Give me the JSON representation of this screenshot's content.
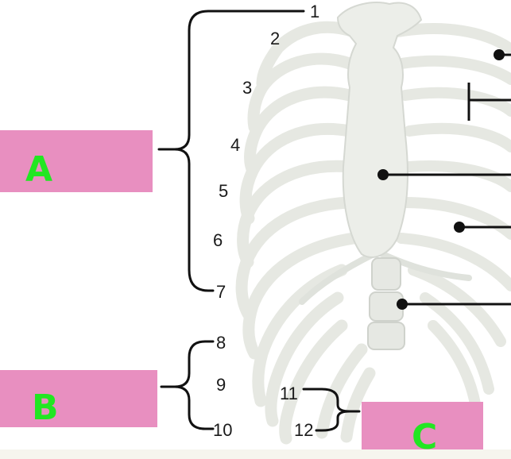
{
  "rib_numbers": [
    "1",
    "2",
    "3",
    "4",
    "5",
    "6",
    "7",
    "8",
    "9",
    "10",
    "11",
    "12"
  ],
  "labels": {
    "a": "A",
    "b": "B",
    "c": "C"
  },
  "colors": {
    "label_box": "#e88fc0",
    "label_text": "#22e622",
    "bone": "#e9ebe6",
    "line": "#111111"
  }
}
